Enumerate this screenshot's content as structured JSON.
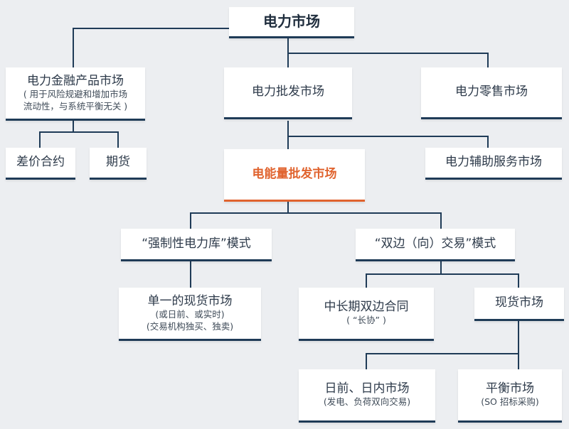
{
  "diagram": {
    "root": {
      "label": "电力市场"
    },
    "finance": {
      "label": "电力金融产品市场",
      "sub1": "( 用于风险规避和增加市场",
      "sub2": "流动性，与系统平衡无关 )"
    },
    "diff_contract": {
      "label": "差价合约"
    },
    "futures": {
      "label": "期货"
    },
    "wholesale": {
      "label": "电力批发市场"
    },
    "retail": {
      "label": "电力零售市场"
    },
    "energy_wholesale": {
      "label": "电能量批发市场"
    },
    "ancillary": {
      "label": "电力辅助服务市场"
    },
    "mandatory_pool": {
      "label": "“强制性电力库”模式"
    },
    "bilateral_mode": {
      "label": "“双边（向）交易”模式"
    },
    "single_spot": {
      "label": "单一的现货市场",
      "sub1": "(或日前、或实时)",
      "sub2": "(交易机构独买、独卖)"
    },
    "long_term": {
      "label": "中长期双边合同",
      "sub1": "( “长协” )"
    },
    "spot": {
      "label": "现货市场"
    },
    "day_ahead": {
      "label": "日前、日内市场",
      "sub1": "(发电、负荷双向交易)"
    },
    "balancing": {
      "label": "平衡市场",
      "sub1": "(SO 招标采购)"
    }
  },
  "colors": {
    "line": "#1f3b57",
    "accent": "#e0632e",
    "background": "#eceef1"
  }
}
